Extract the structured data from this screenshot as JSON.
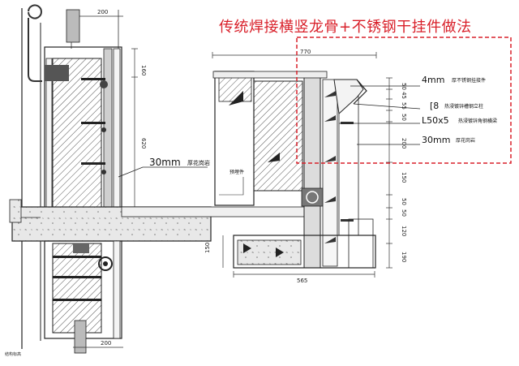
{
  "title": "传统焊接横竖龙骨+不锈钢干挂件做法",
  "highlight_color": "#d9202a",
  "callouts": {
    "left_stone": {
      "size": "30mm",
      "text": "厚花岗岩"
    },
    "right_plate": {
      "size": "4mm",
      "text": "厚不锈钢挂接件"
    },
    "right_channel": {
      "size": "[8",
      "text": "热浸镀锌槽钢立柱"
    },
    "right_angle": {
      "size": "L50x5",
      "text": "热浸镀锌角钢横梁"
    },
    "right_stone": {
      "size": "30mm",
      "text": "厚花岗岩"
    },
    "embed_part": "预埋件"
  },
  "dimensions": {
    "top_200": "200",
    "bottom_200": "200",
    "v_160": "160",
    "v_620": "620",
    "v_150": "150",
    "h_770": "770",
    "h_565": "565",
    "r_50": "50",
    "r_45": "45",
    "r_55": "55",
    "r_50b": "50",
    "r_200": "200",
    "r_150": "150",
    "r_50c": "50",
    "r_50d": "50",
    "r_120": "120",
    "r_190": "190"
  },
  "corner_note": "结构标高"
}
